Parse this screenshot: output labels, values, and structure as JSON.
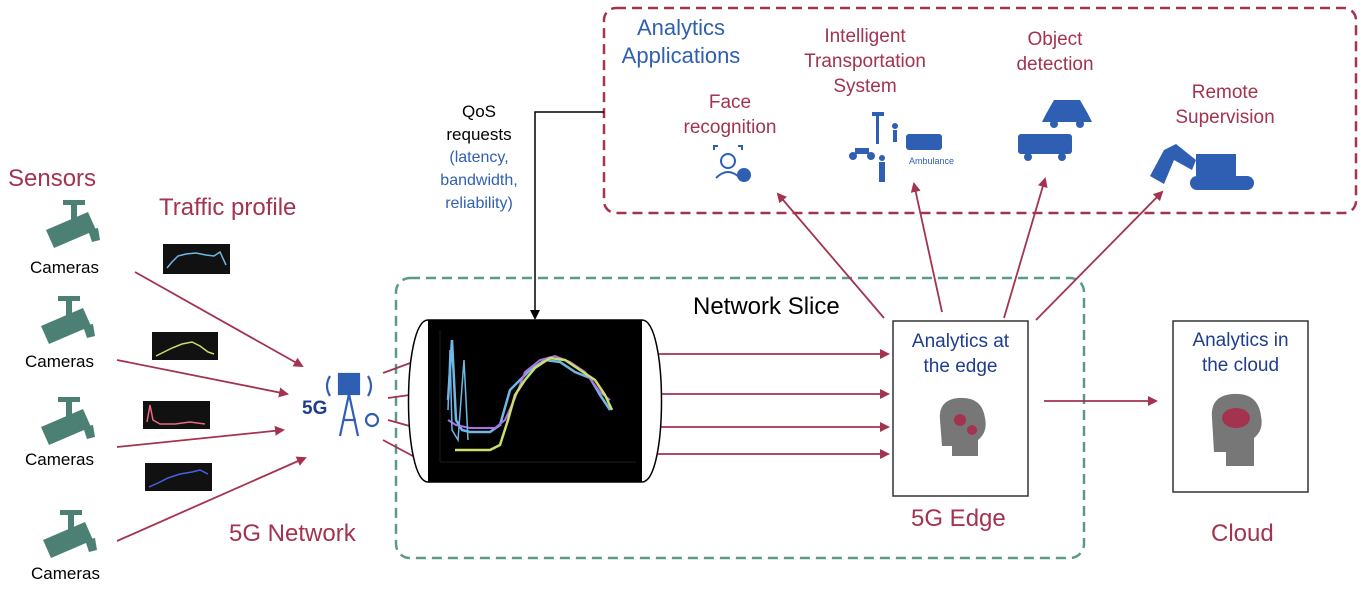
{
  "sensors": {
    "title": "Sensors",
    "camera_label": "Cameras"
  },
  "traffic_profile": {
    "title": "Traffic profile"
  },
  "network": {
    "title": "5G Network",
    "tower_label": "5G"
  },
  "qos": {
    "line1": "QoS",
    "line2": "requests",
    "details": [
      "(latency,",
      "bandwidth,",
      "reliability)"
    ]
  },
  "analytics": {
    "title_line1": "Analytics",
    "title_line2": "Applications",
    "apps": [
      {
        "lines": [
          "Face",
          "recognition"
        ],
        "icon": "face-recognition-icon"
      },
      {
        "lines": [
          "Intelligent",
          "Transportation",
          "System"
        ],
        "icon": "transportation-icon",
        "badge": "Ambulance"
      },
      {
        "lines": [
          "Object",
          "detection"
        ],
        "icon": "vehicle-icon"
      },
      {
        "lines": [
          "Remote",
          "Supervision"
        ],
        "icon": "excavator-icon"
      }
    ]
  },
  "slice": {
    "title": "Network Slice"
  },
  "edge": {
    "box_line1": "Analytics at",
    "box_line2": "the edge",
    "title": "5G Edge"
  },
  "cloud": {
    "box_line1": "Analytics in",
    "box_line2": "the cloud",
    "title": "Cloud"
  },
  "colors": {
    "maroon": "#a3334f",
    "blue": "#2f5fb3",
    "teal": "#4c8074",
    "slice_border": "#5a9a88"
  }
}
